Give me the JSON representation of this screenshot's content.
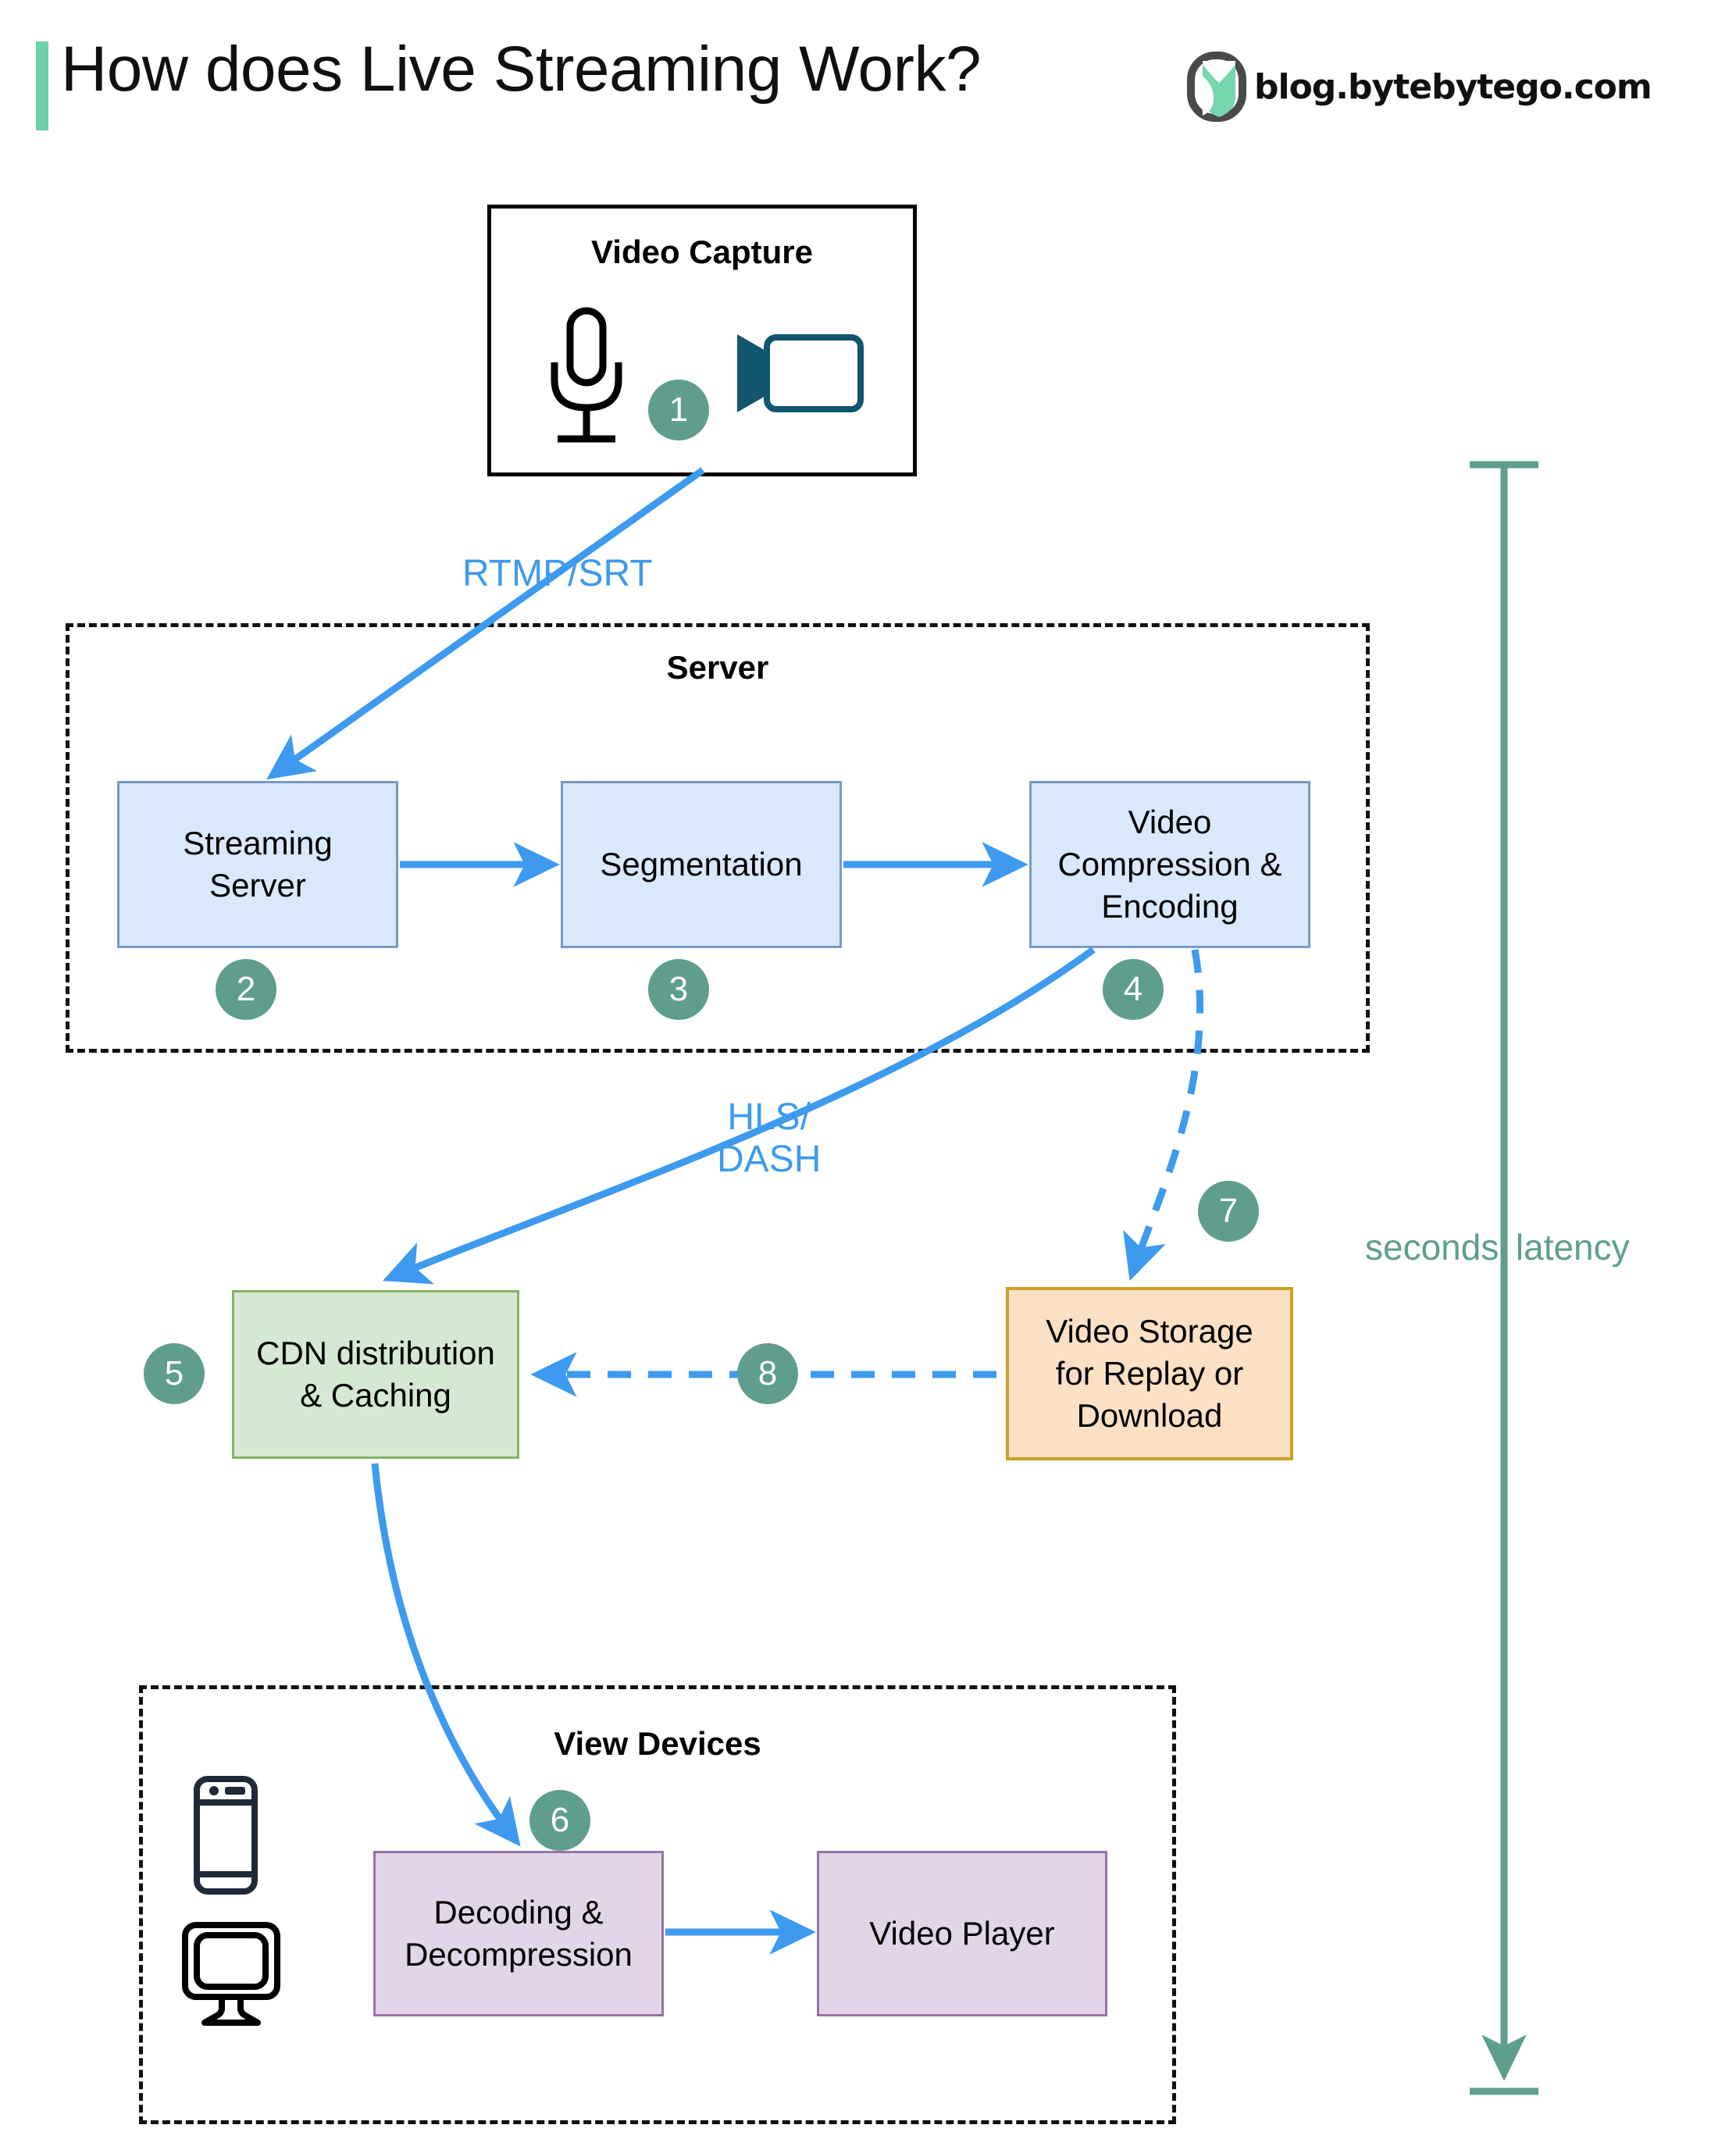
{
  "header": {
    "title": "How does Live Streaming Work?",
    "brand_text": "blog.bytebytego.com",
    "logo_icon": "bytebytego-logo-icon",
    "accent_color": "#6FCFA8"
  },
  "colors": {
    "badge": "#5F9E8F",
    "edge_blue": "#3D9AEF",
    "blue_fill": "#DAE8FC",
    "blue_border": "#7A9BC0",
    "green_fill": "#D5E8D4",
    "green_border": "#82B366",
    "orange_fill": "#FBE0C4",
    "orange_border": "#C9A227",
    "purple_fill": "#E1D5E7",
    "purple_border": "#9673A6",
    "latency": "#5F9E8F"
  },
  "groups": {
    "capture": {
      "title": "Video Capture"
    },
    "server": {
      "title": "Server"
    },
    "view_devices": {
      "title": "View Devices"
    }
  },
  "nodes": {
    "streaming_server": "Streaming\nServer",
    "segmentation": "Segmentation",
    "video_compression": "Video\nCompression &\nEncoding",
    "cdn": "CDN distribution\n& Caching",
    "video_storage": "Video Storage\nfor Replay or\nDownload",
    "decoding": "Decoding &\nDecompression",
    "video_player": "Video Player"
  },
  "badges": [
    {
      "id": "badge-1",
      "label": "1"
    },
    {
      "id": "badge-2",
      "label": "2"
    },
    {
      "id": "badge-3",
      "label": "3"
    },
    {
      "id": "badge-4",
      "label": "4"
    },
    {
      "id": "badge-5",
      "label": "5"
    },
    {
      "id": "badge-6",
      "label": "6"
    },
    {
      "id": "badge-7",
      "label": "7"
    },
    {
      "id": "badge-8",
      "label": "8"
    }
  ],
  "edge_labels": {
    "rtmp_srt": "RTMP/SRT",
    "hls_dash": "HLS/\nDASH"
  },
  "latency": {
    "label": "seconds' latency"
  },
  "icons": {
    "microphone": "microphone-icon",
    "video_camera": "video-camera-icon",
    "phone": "smartphone-icon",
    "monitor": "desktop-monitor-icon"
  }
}
